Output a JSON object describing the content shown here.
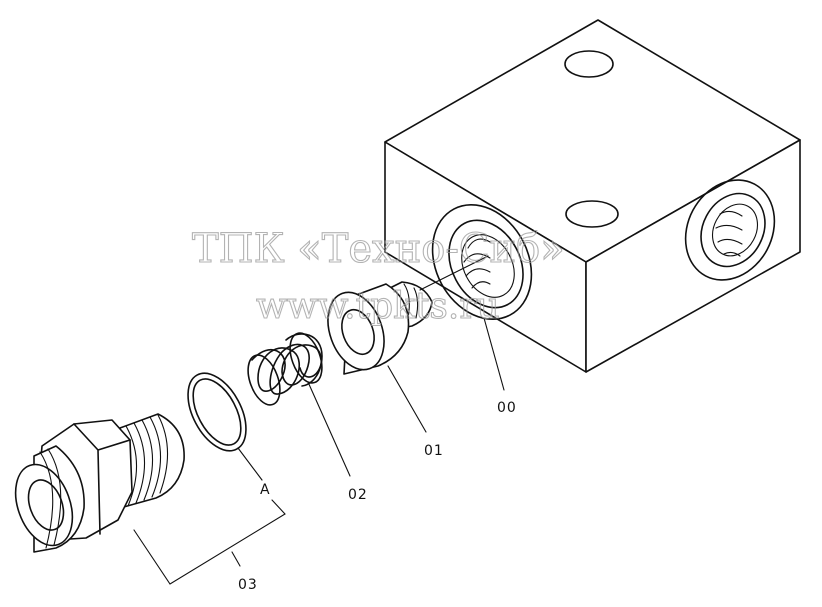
{
  "watermark": {
    "line1": "ТПК «Техно-Сиб»",
    "line2": "www.tpkts.ru"
  },
  "callouts": {
    "body": "00",
    "poppet": "01",
    "spring": "02",
    "fitting": "03",
    "oring": "A"
  }
}
